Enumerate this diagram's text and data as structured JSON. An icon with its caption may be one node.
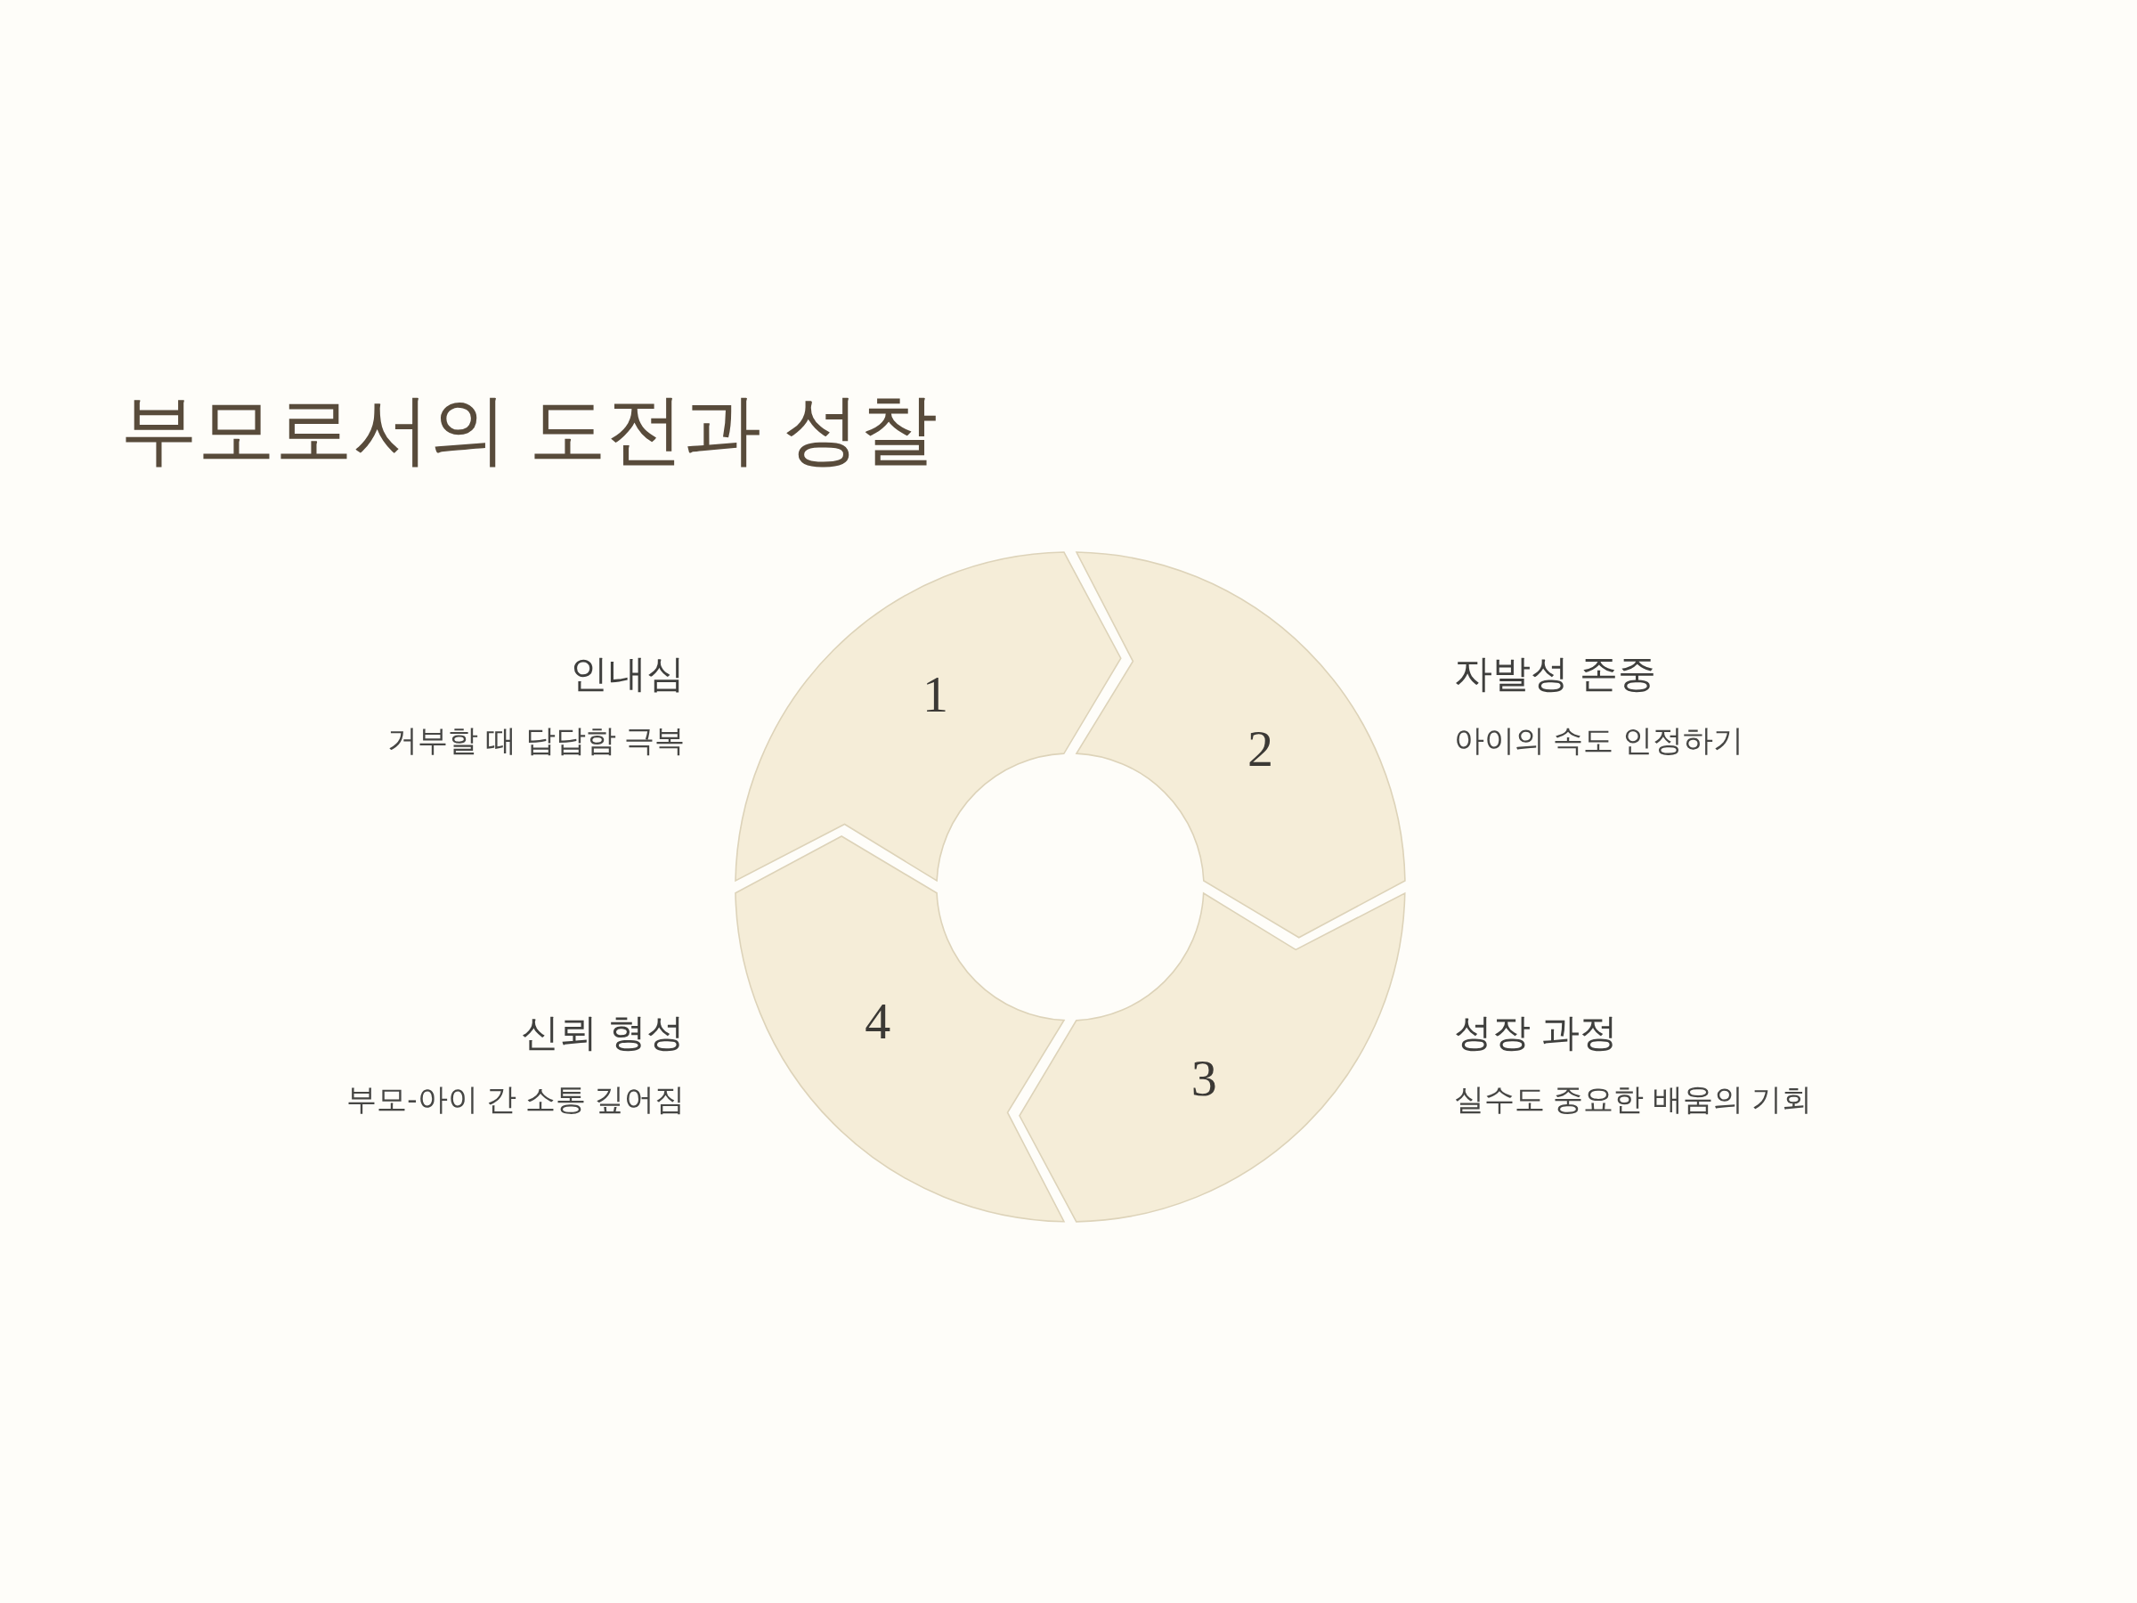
{
  "diagram": {
    "title": "부모로서의 도전과 성찰",
    "nodes": [
      {
        "text": [
          "1"
        ],
        "beside": [
          "인내심",
          "거부할 때 답답함 극복"
        ]
      },
      {
        "text": [
          "2"
        ],
        "beside": [
          "자발성 존중",
          "아이의 속도 인정하기"
        ]
      },
      {
        "text": [
          "3"
        ],
        "beside": [
          "성장 과정",
          "실수도 중요한 배움의 기회"
        ]
      },
      {
        "text": [
          "4"
        ],
        "beside": [
          "신뢰 형성",
          "부모-아이 간 소통 깊어짐"
        ]
      }
    ]
  }
}
